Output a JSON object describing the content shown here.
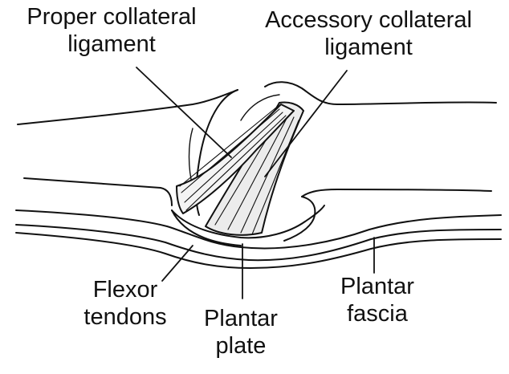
{
  "labels": {
    "proper_collateral": [
      "Proper collateral",
      "ligament"
    ],
    "accessory_collateral": [
      "Accessory collateral",
      "ligament"
    ],
    "flexor_tendons": [
      "Flexor",
      "tendons"
    ],
    "plantar_plate": [
      "Plantar",
      "plate"
    ],
    "plantar_fascia": [
      "Plantar",
      "fascia"
    ]
  },
  "colors": {
    "ink": "#111111",
    "background": "#ffffff",
    "ligament_fill": "#e6e6e6"
  }
}
